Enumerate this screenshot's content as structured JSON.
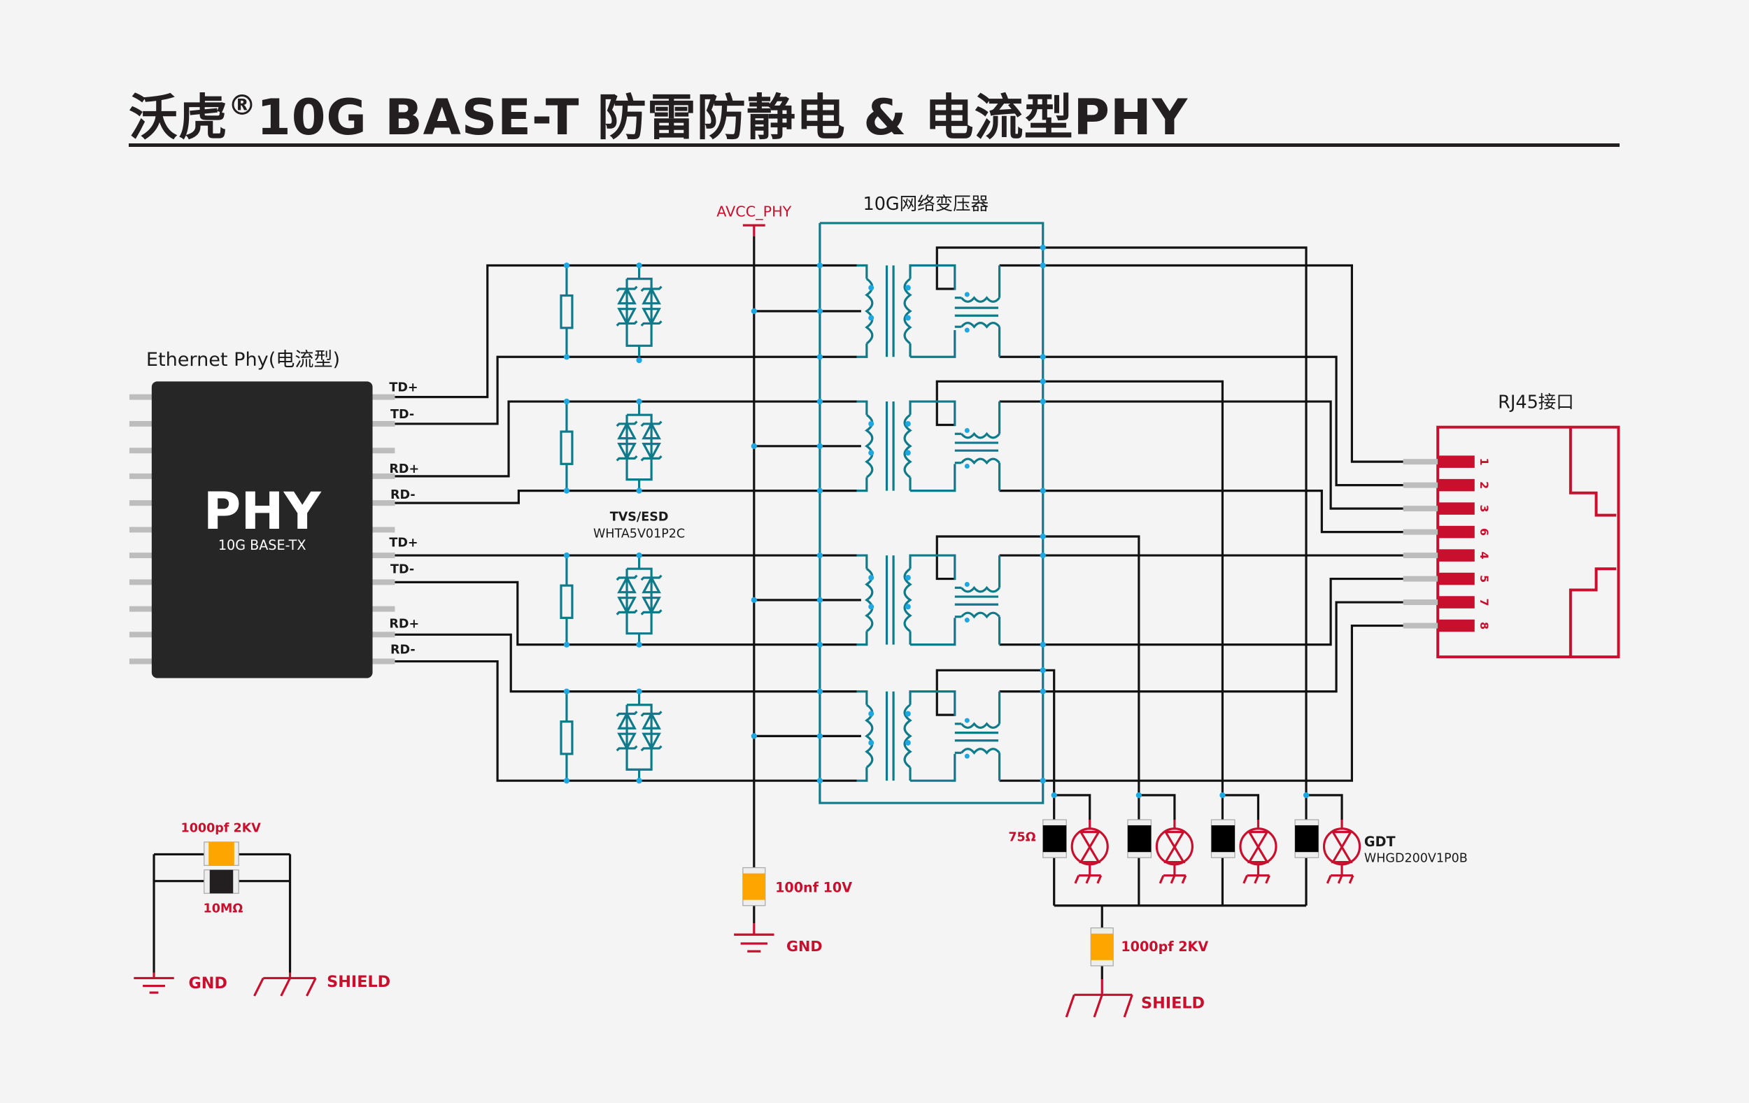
{
  "title": {
    "brand": "沃虎",
    "registered_mark": "®",
    "rest": "10G BASE-T 防雷防静电 & 电流型PHY"
  },
  "phy": {
    "heading": "Ethernet Phy(电流型)",
    "chip_label": "PHY",
    "chip_sublabel": "10G BASE-TX",
    "pins": [
      "TD+",
      "TD-",
      "RD+",
      "RD-",
      "TD+",
      "TD-",
      "RD+",
      "RD-"
    ]
  },
  "tvs": {
    "title": "TVS/ESD",
    "part": "WHTA5V01P2C"
  },
  "supply": {
    "net": "AVCC_PHY",
    "cap_label": "100nf 10V",
    "gnd_label": "GND"
  },
  "transformer": {
    "title": "10G网络变压器"
  },
  "rj45": {
    "title": "RJ45接口",
    "pins": [
      "1",
      "2",
      "3",
      "6",
      "4",
      "5",
      "7",
      "8"
    ]
  },
  "termination": {
    "resistor_label": "75Ω",
    "gdt_title": "GDT",
    "gdt_part": "WHGD200V1P0B",
    "cap_label": "1000pf 2KV",
    "shield_label": "SHIELD"
  },
  "legend": {
    "cap_label": "1000pf 2KV",
    "res_label": "10MΩ",
    "gnd_label": "GND",
    "shield_label": "SHIELD"
  },
  "colors": {
    "wire": "#111111",
    "teal": "#0e7a8a",
    "junction": "#1ea7e0",
    "red": "#c8102e",
    "chip": "#262626",
    "pin": "#bdbdbd",
    "cap": "#ffa500"
  }
}
